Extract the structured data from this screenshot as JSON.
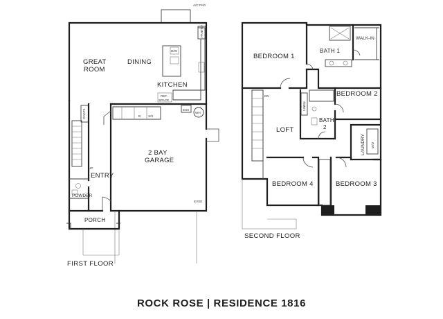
{
  "title": "ROCK ROSE | RESIDENCE 1816",
  "floors": {
    "first": {
      "label": "FIRST FLOOR",
      "rooms": {
        "great_room_1": "GREAT",
        "great_room_2": "ROOM",
        "dining": "DINING",
        "kitchen": "KITCHEN",
        "garage_1": "2 BAY",
        "garage_2": "GARAGE",
        "entry": "ENTRY",
        "powder": "POWDER",
        "porch": "PORCH"
      },
      "annotations": {
        "ac_pad": "A/C PAD",
        "pantry": "PANTRY",
        "dw": "D/W",
        "refrigerator_1": "REF.",
        "refrigerator_2": "SPACE",
        "ess": "ESS",
        "wh": "WH",
        "coats": "COATS",
        "up": "UP",
        "evse": "EVSE",
        "b": "B",
        "s_s": "S/S"
      }
    },
    "second": {
      "label": "SECOND FLOOR",
      "rooms": {
        "bedroom_1": "BEDROOM 1",
        "bath_1": "BATH 1",
        "walk_in": "WALK-IN",
        "bedroom_2": "BEDROOM 2",
        "loft": "LOFT",
        "bath_2_1": "BATH",
        "bath_2_2": "2",
        "laundry": "LAUNDRY",
        "bedroom_4": "BEDROOM 4",
        "bedroom_3": "BEDROOM 3"
      },
      "annotations": {
        "dn": "DN",
        "linen": "LINEN",
        "wd": "W/D"
      }
    }
  }
}
